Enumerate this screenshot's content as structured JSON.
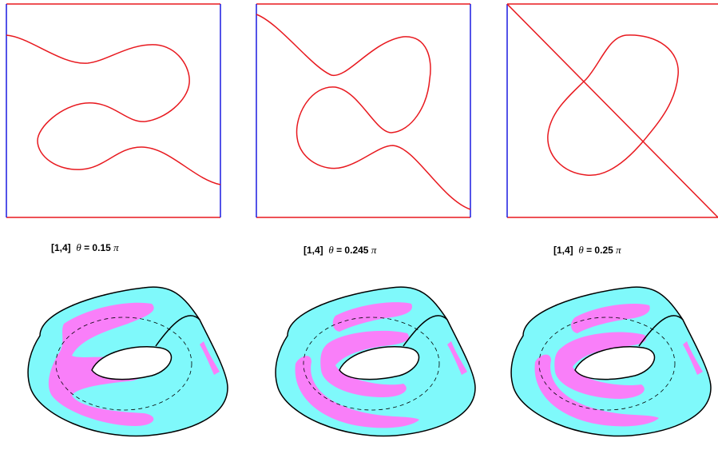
{
  "captions": [
    {
      "prefix": "[1,4]",
      "theta_symbol": "θ",
      "eq": "= 0.15",
      "pi": "π"
    },
    {
      "prefix": "[1,4]",
      "theta_symbol": "θ",
      "eq": "= 0.245",
      "pi": "π"
    },
    {
      "prefix": "[1,4]",
      "theta_symbol": "θ",
      "eq": "= 0.25",
      "pi": "π"
    }
  ],
  "colors": {
    "curve": "#e8191f",
    "frame_top_bottom": "#e8191f",
    "frame_sides": "#1a1ae0",
    "surface_cyan": "#7ff9fb",
    "surface_magenta": "#f97ff9",
    "surface_blue_band": "#8a9cf6",
    "outline": "#000000"
  },
  "icons": [
    "square-plot-frame",
    "torus-surface-rendering"
  ]
}
